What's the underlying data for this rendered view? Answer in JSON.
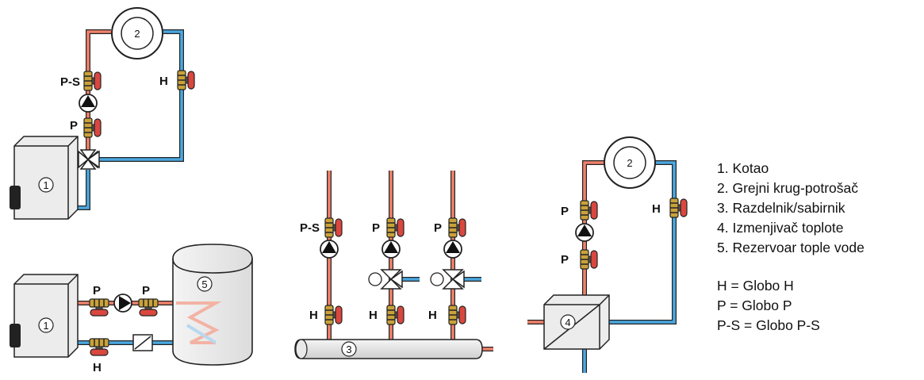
{
  "diagram": {
    "valve_labels": {
      "ps": "P-S",
      "p": "P",
      "h": "H"
    },
    "component_numbers": {
      "boiler": "1",
      "consumer": "2",
      "distributor": "3",
      "exchanger": "4",
      "tank": "5"
    }
  },
  "legend": {
    "items": [
      "1. Kotao",
      "2. Grejni krug-potrošač",
      "3. Razdelnik/sabirnik",
      "4. Izmenjivač toplote",
      "5. Rezervoar tople vode"
    ],
    "abbreviations": [
      "H = Globo H",
      "P = Globo P",
      "P-S = Globo P-S"
    ]
  },
  "colors": {
    "hot_pipe": "#f0826c",
    "cold_pipe": "#4aa8e0",
    "valve_handle": "#d9473f",
    "valve_body": "#c9a23a"
  }
}
